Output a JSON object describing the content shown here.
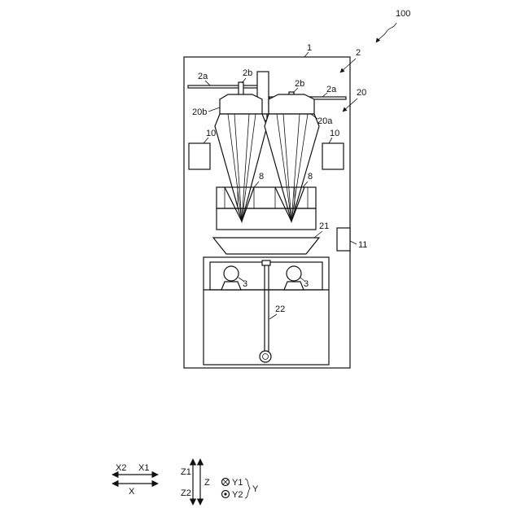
{
  "labels": {
    "ref_100": "100",
    "ref_1": "1",
    "ref_2": "2",
    "ref_20": "20",
    "ref_2a_left": "2a",
    "ref_2a_right": "2a",
    "ref_2b_left": "2b",
    "ref_2b_right": "2b",
    "ref_20b": "20b",
    "ref_20a": "20a",
    "ref_10_left": "10",
    "ref_10_right": "10",
    "ref_8_left": "8",
    "ref_8_right": "8",
    "ref_21": "21",
    "ref_11": "11",
    "ref_3_left": "3",
    "ref_3_right": "3",
    "ref_22": "22"
  },
  "axes": {
    "x2": "X2",
    "x1": "X1",
    "x": "X",
    "z1": "Z1",
    "z2": "Z2",
    "z": "Z",
    "y1": "Y1",
    "y2": "Y2",
    "y": "Y"
  }
}
